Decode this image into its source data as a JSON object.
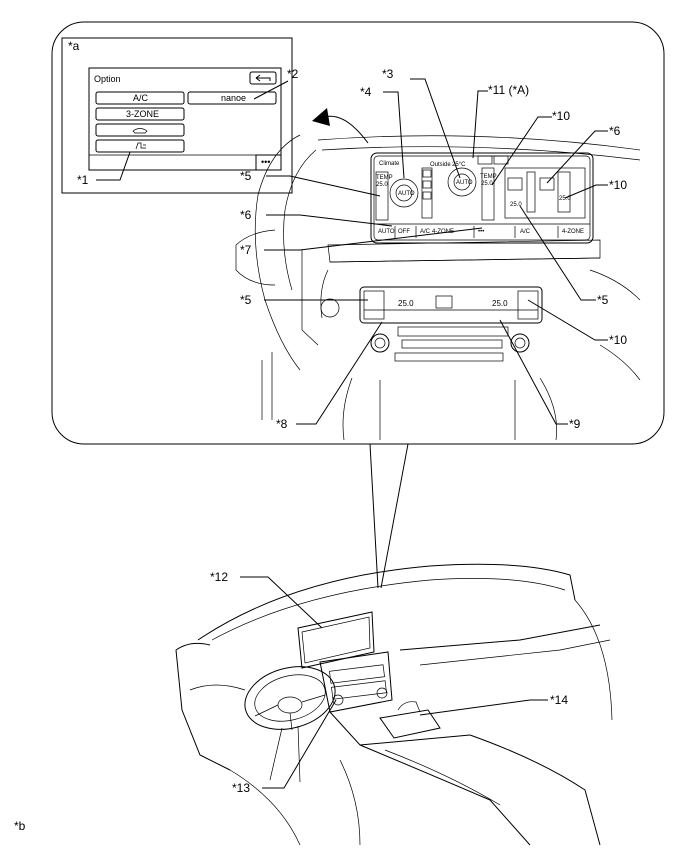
{
  "callouts": {
    "a": "*a",
    "b": "*b",
    "c1": "*1",
    "c2": "*2",
    "c3": "*3",
    "c4": "*4",
    "c5a": "*5",
    "c5b": "*5",
    "c5c": "*5",
    "c6a": "*6",
    "c6b": "*6",
    "c7": "*7",
    "c8": "*8",
    "c9": "*9",
    "c10a": "*10",
    "c10b": "*10",
    "c10c": "*10",
    "c11": "*11 (*A)",
    "c12": "*12",
    "c13": "*13",
    "c14": "*14"
  },
  "option_screen": {
    "title": "Option",
    "btn_ac": "A/C",
    "btn_nanoe": "nanoe",
    "btn_3zone": "3-ZONE",
    "more": "•••"
  },
  "display": {
    "climate": "Climate",
    "outside": "Outside",
    "outside_temp": "25°C",
    "temp_label": "TEMP",
    "temp_left": "25.0",
    "temp_center": "25.0",
    "temp_right": "25.0",
    "auto": "AUTO",
    "off": "OFF",
    "ac": "A/C",
    "zone4": "4-ZONE"
  },
  "panel": {
    "temp_left": "25.0",
    "temp_right": "25.0"
  }
}
